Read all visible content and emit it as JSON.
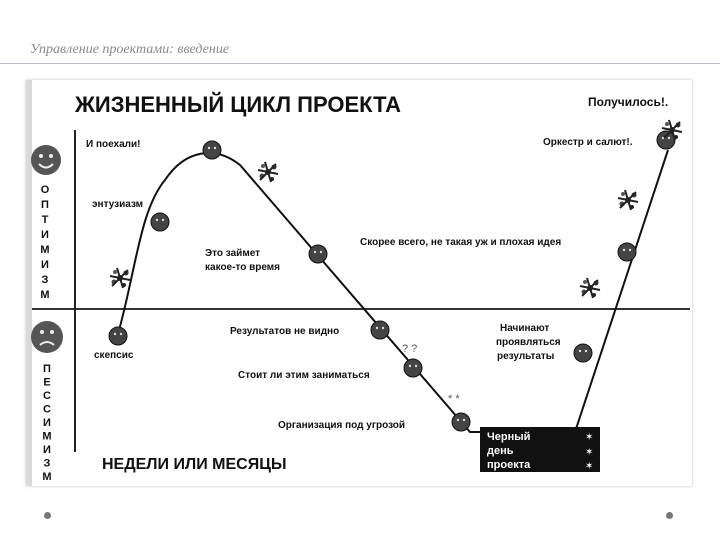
{
  "header": {
    "title": "Управление проектами: введение"
  },
  "diagram": {
    "title": "ЖИЗНЕННЫЙ ЦИКЛ ПРОЕКТА",
    "outcome_label": "Получилось!.",
    "optimism_label": [
      "О",
      "П",
      "Т",
      "И",
      "М",
      "И",
      "З",
      "М"
    ],
    "pessimism_label": [
      "П",
      "Е",
      "С",
      "С",
      "И",
      "М",
      "И",
      "З",
      "М"
    ],
    "x_axis_label": "НЕДЕЛИ ИЛИ МЕСЯЦЫ",
    "stages": {
      "start": "И поехали!",
      "enthusiasm": "энтузиазм",
      "takes_time_1": "Это займет",
      "takes_time_2": "какое-то время",
      "no_results": "Результатов не видно",
      "worth_it": "Стоит ли этим заниматься",
      "org_threat": "Организация под угрозой",
      "black_day_1": "Черный",
      "black_day_2": "день",
      "black_day_3": "проекта",
      "results_1": "Начинают",
      "results_2": "проявляться",
      "results_3": "результаты",
      "not_so_bad": "Скорее всего, не такая уж и плохая идея",
      "orchestra": "Оркестр и салют!.",
      "skepsis": "скепсис"
    }
  }
}
